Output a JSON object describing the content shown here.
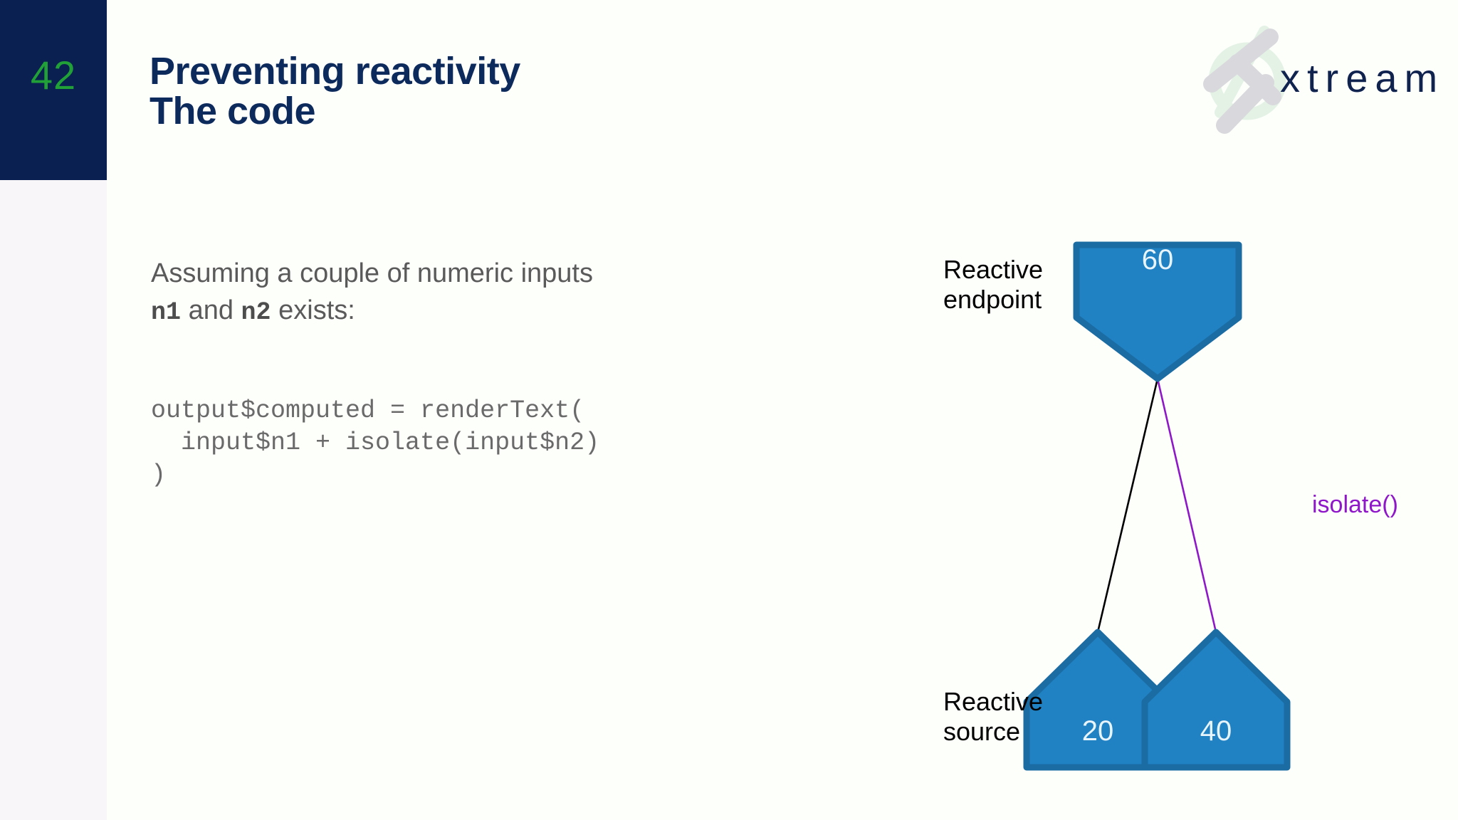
{
  "slide": {
    "page_number": "42",
    "accent_green": "#21a038",
    "navy": "#0a2050",
    "background": "#fdfffb",
    "rail_background": "#f8f6f9"
  },
  "header": {
    "title_line1": "Preventing reactivity",
    "title_line2": "The code",
    "title_color": "#0d2a5c"
  },
  "logo": {
    "wordmark": "xtream",
    "mark_name": "xtream-x-mark",
    "mark_color": "#d9d9dd",
    "mark_accent": "#dff0e1",
    "wordmark_color": "#10234f"
  },
  "body": {
    "intro_part1": "Assuming a couple of numeric inputs",
    "code_n1": "n1",
    "intro_and": "and",
    "code_n2": "n2",
    "intro_part2": "exists:",
    "code": "output$computed = renderText(\n  input$n1 + isolate(input$n2)\n)"
  },
  "diagram": {
    "label_endpoint": "Reactive\nendpoint",
    "label_source": "Reactive\nsource",
    "label_isolate": "isolate()",
    "isolate_color": "#8f17c9",
    "node_fill": "#2081c3",
    "node_stroke": "#1a6ca3",
    "node_text_color": "#e8f4fb",
    "edge_plain_color": "#000000",
    "nodes": [
      {
        "id": "endpoint",
        "value": "60",
        "shape": "pentagon-down",
        "role": "reactive endpoint"
      },
      {
        "id": "source-left",
        "value": "20",
        "shape": "pentagon-up",
        "role": "reactive source"
      },
      {
        "id": "source-right",
        "value": "40",
        "shape": "pentagon-up",
        "role": "reactive source"
      }
    ],
    "edges": [
      {
        "from": "endpoint",
        "to": "source-left",
        "style": "plain",
        "label": ""
      },
      {
        "from": "endpoint",
        "to": "source-right",
        "style": "isolate",
        "label": "isolate()"
      }
    ]
  }
}
